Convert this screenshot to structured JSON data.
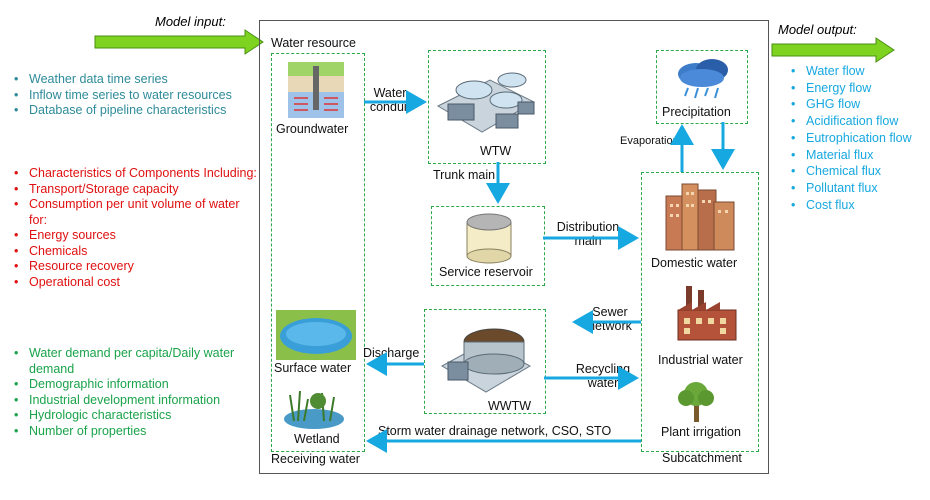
{
  "model_input": {
    "title": "Model input:",
    "group1": [
      "Weather data time series",
      "Inflow time series to water resources",
      "Database of pipeline characteristics"
    ],
    "group2": [
      "Characteristics of Components Including:",
      "Transport/Storage capacity",
      "Consumption per unit volume of water for:",
      "Energy sources",
      "Chemicals",
      "Resource recovery",
      "Operational cost"
    ],
    "group3": [
      "Water demand per capita/Daily water demand",
      "Demographic information",
      "Industrial development information",
      "Hydrologic characteristics",
      "Number of properties"
    ]
  },
  "model_output": {
    "title": "Model output:",
    "items": [
      "Water flow",
      "Energy flow",
      "GHG flow",
      "Acidification flow",
      "Eutrophication flow",
      "Material flux",
      "Chemical flux",
      "Pollutant flux",
      "Cost flux"
    ]
  },
  "diagram": {
    "water_resource": "Water resource",
    "groundwater": "Groundwater",
    "water_conduit_1": "Water",
    "water_conduit_2": "conduit",
    "wtw": "WTW",
    "trunk_main": "Trunk main",
    "service_reservoir": "Service reservoir",
    "distribution_1": "Distribution",
    "distribution_2": "main",
    "precipitation": "Precipitation",
    "evaporation": "Evaporation",
    "domestic_water": "Domestic water",
    "sewer_1": "Sewer",
    "sewer_2": "network",
    "industrial_water": "Industrial water",
    "recycling_1": "Recycling",
    "recycling_2": "water",
    "plant_irrigation": "Plant irrigation",
    "subcatchment": "Subcatchment",
    "discharge": "Discharge",
    "wwtw": "WWTW",
    "surface_water": "Surface water",
    "wetland": "Wetland",
    "receiving_water": "Receiving water",
    "storm": "Storm water drainage network, CSO, STO"
  },
  "colors": {
    "input_arrow": "#7ed321",
    "flow_arrow": "#16a8e0",
    "dashed_box": "#2aa84a",
    "teal_text": "#2e8b9a",
    "red_text": "#e01010",
    "green_text": "#1aa34a",
    "blue_text": "#16a8e0"
  }
}
